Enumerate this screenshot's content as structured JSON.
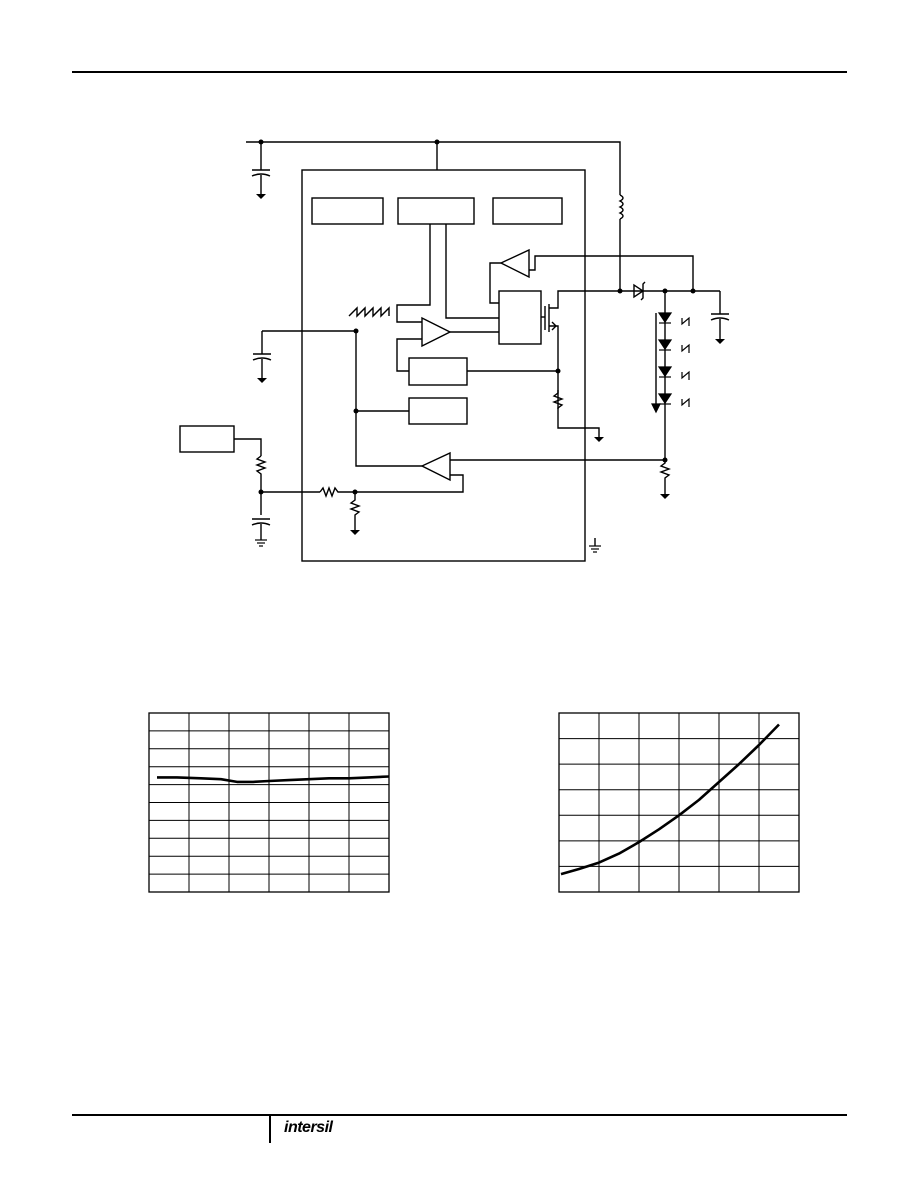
{
  "footer": {
    "logo_text": "intersil"
  },
  "chart_data": [
    {
      "type": "line",
      "title": "",
      "xlabel": "",
      "ylabel": "",
      "x_divisions": 6,
      "y_divisions": 10,
      "xlim": [
        0,
        6
      ],
      "ylim": [
        0,
        10
      ],
      "grid": true,
      "series": [
        {
          "x": [
            0.2,
            0.7,
            1.3,
            1.8,
            2.2,
            2.6,
            3.0,
            3.5,
            4.0,
            4.5,
            5.0,
            5.5,
            6.0
          ],
          "values": [
            6.4,
            6.4,
            6.35,
            6.3,
            6.15,
            6.15,
            6.2,
            6.25,
            6.3,
            6.35,
            6.35,
            6.4,
            6.45
          ]
        }
      ]
    },
    {
      "type": "line",
      "title": "",
      "xlabel": "",
      "ylabel": "",
      "x_divisions": 6,
      "y_divisions": 7,
      "xlim": [
        0,
        6
      ],
      "ylim": [
        0,
        7
      ],
      "grid": true,
      "series": [
        {
          "x": [
            0.05,
            0.5,
            1.0,
            1.5,
            2.0,
            2.5,
            3.0,
            3.5,
            4.0,
            4.5,
            5.0,
            5.5
          ],
          "values": [
            0.7,
            0.9,
            1.15,
            1.5,
            1.95,
            2.45,
            3.0,
            3.6,
            4.3,
            5.0,
            5.75,
            6.55
          ]
        }
      ]
    }
  ]
}
